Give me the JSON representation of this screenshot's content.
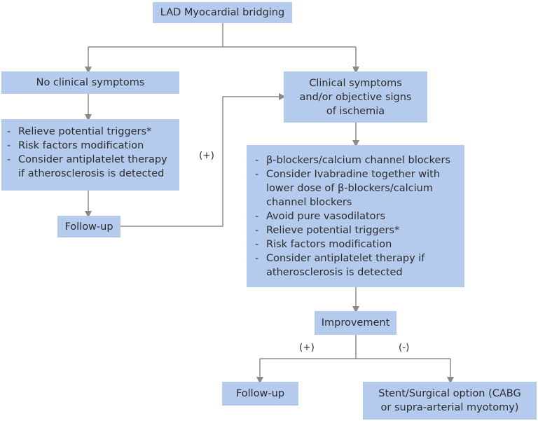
{
  "nodes": {
    "root": {
      "label": "LAD Myocardial bridging"
    },
    "no_symptoms": {
      "label": "No clinical symptoms"
    },
    "symptoms": {
      "lines": [
        "Clinical symptoms",
        "and/or objective signs",
        "of ischemia"
      ]
    },
    "left_actions": {
      "items": [
        "Relieve potential triggers*",
        "Risk factors modification",
        "Consider antiplatelet therapy if atherosclerosis is detected"
      ]
    },
    "right_actions": {
      "items": [
        "β-blockers/calcium channel blockers",
        "Consider Ivabradine together with lower dose of β-blockers/calcium channel blockers",
        "Avoid pure vasodilators",
        "Relieve potential triggers*",
        "Risk factors modification",
        "Consider antiplatelet therapy if atherosclerosis is detected"
      ]
    },
    "follow_up_left": {
      "label": "Follow-up"
    },
    "improvement": {
      "label": "Improvement"
    },
    "follow_up_bottom": {
      "label": "Follow-up"
    },
    "surgery": {
      "lines": [
        "Stent/Surgical option (CABG",
        "or supra-arterial myotomy)"
      ]
    }
  },
  "edge_labels": {
    "followup_to_symptoms": "(+)",
    "improvement_yes": "(+)",
    "improvement_no": "(-)"
  },
  "colors": {
    "box_fill": "#b5cbee",
    "connector": "#8a8a8a",
    "text": "#2b2b2b"
  }
}
